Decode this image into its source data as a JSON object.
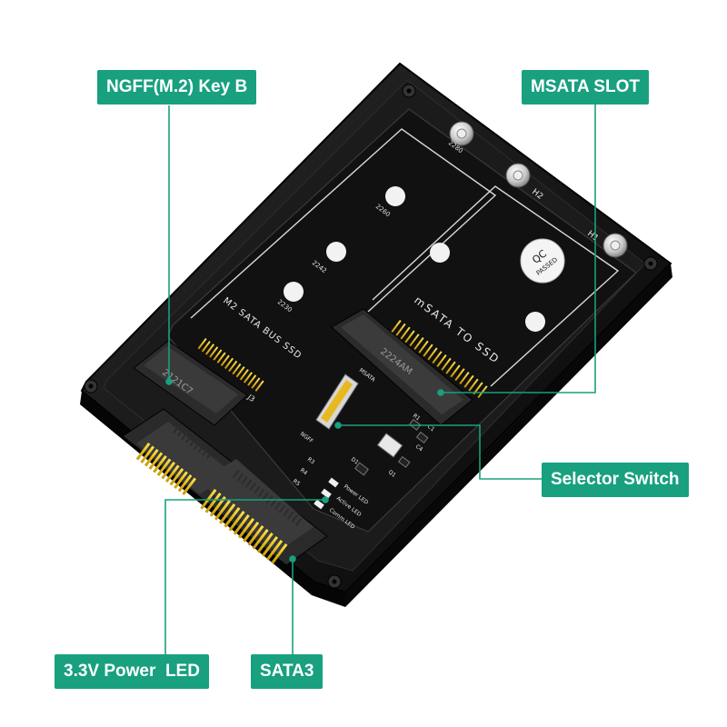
{
  "callouts": {
    "ngff": "NGFF(M.2) Key B",
    "msata_slot": "MSATA SLOT",
    "selector_switch": "Selector Switch",
    "power_led": "3.3V Power  LED",
    "sata3": "SATA3"
  },
  "board": {
    "m2_label": "M2 SATA BUS SSD",
    "msata_label": "mSATA TO SSD",
    "size_2230": "2230",
    "size_2242": "2242",
    "size_2260": "2260",
    "size_2280": "2280",
    "h1": "H1",
    "h2": "H2",
    "j3": "J3",
    "m2_connector_text": "2121C7",
    "msata_connector_text": "2224AM",
    "switch_msata": "MSATA",
    "switch_ngff": "NGFF",
    "led_power": "Power LED",
    "led_active": "Active LED",
    "led_comm": "Comm LED",
    "qc_top": "QC",
    "qc_bottom": "PASSED",
    "r3": "R3",
    "r4": "R4",
    "r5": "R5",
    "r1": "R1",
    "c1": "C1",
    "c4": "C4",
    "q1": "Q1",
    "d1": "D1"
  },
  "colors": {
    "accent": "#18a07f",
    "pcb": "#141414",
    "tray": "#0c0c0c",
    "gold": "#e6b800"
  }
}
